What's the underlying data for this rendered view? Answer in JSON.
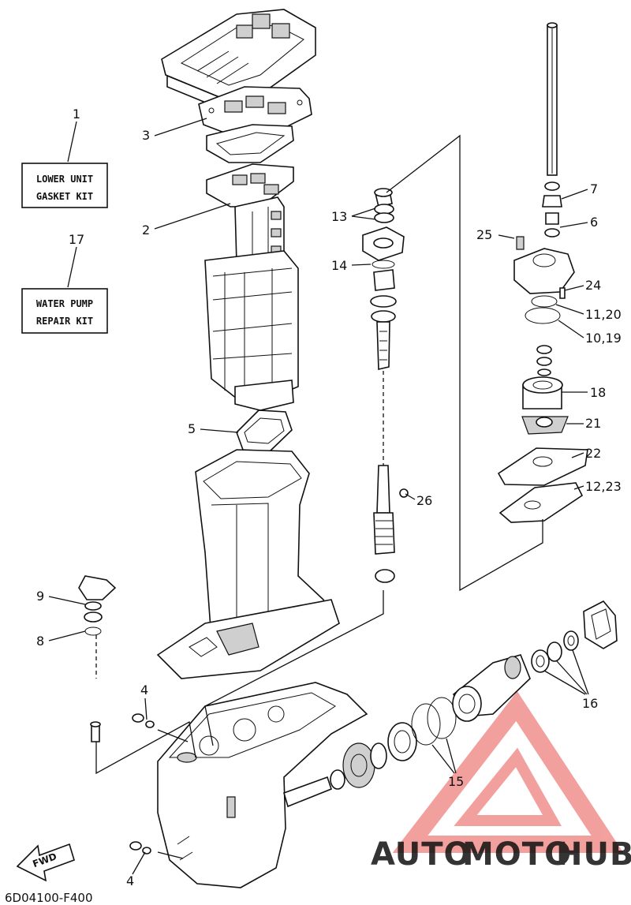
{
  "kits": [
    {
      "number": "1",
      "line1": "LOWER UNIT",
      "line2": "GASKET KIT"
    },
    {
      "number": "17",
      "line1": "WATER PUMP",
      "line2": "REPAIR KIT"
    }
  ],
  "callouts": {
    "c2": "2",
    "c3": "3",
    "c4a": "4",
    "c4b": "4",
    "c5": "5",
    "c6": "6",
    "c7": "7",
    "c8": "8",
    "c9": "9",
    "c10_19": "10,19",
    "c11_20": "11,20",
    "c12_23": "12,23",
    "c13": "13",
    "c14": "14",
    "c15": "15",
    "c16": "16",
    "c18": "18",
    "c21": "21",
    "c22": "22",
    "c24": "24",
    "c25": "25",
    "c26": "26"
  },
  "fwd_label": "FWD",
  "diagram_code": "6D04100-F400",
  "watermark": {
    "part1": "AUTO",
    "part2": "MOTO",
    "part3": "HUB"
  },
  "colors": {
    "watermark_orange": "#f6a23c",
    "watermark_red": "#e8534f",
    "watermark_dark": "#3d3d3d"
  }
}
